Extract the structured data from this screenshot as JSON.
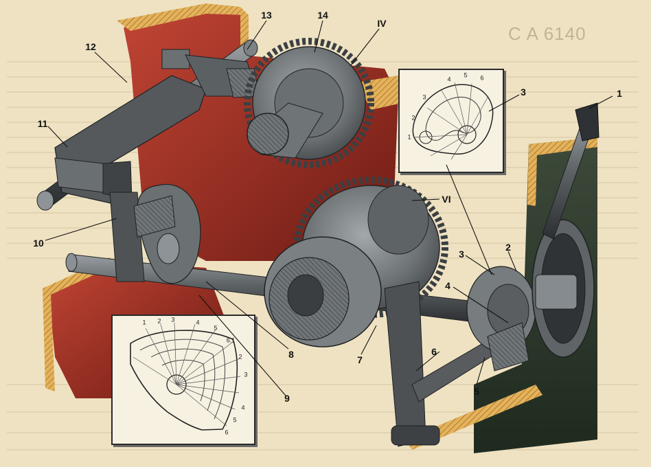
{
  "background_text": "C A 6140",
  "callouts": {
    "n1": "1",
    "n2": "2",
    "n3": "3",
    "n4": "4",
    "n5": "5",
    "n6": "6",
    "n7": "7",
    "n8": "8",
    "n9": "9",
    "n10": "10",
    "n11": "11",
    "n12": "12",
    "n13": "13",
    "n14": "14",
    "nIV": "IV",
    "nVI": "VI"
  },
  "inset_top": {
    "labels": [
      "1",
      "2",
      "3",
      "4",
      "5",
      "6"
    ]
  },
  "inset_bottom": {
    "top_labels": [
      "1",
      "2",
      "3",
      "4",
      "5",
      "6.1"
    ],
    "right_labels": [
      "2",
      "3",
      "4",
      "5",
      "6"
    ]
  },
  "colors": {
    "wall_red": "#9b2e22",
    "steel": "#5f6468",
    "paper": "#efe2c2",
    "hatch_wall": "#d8a34a"
  }
}
